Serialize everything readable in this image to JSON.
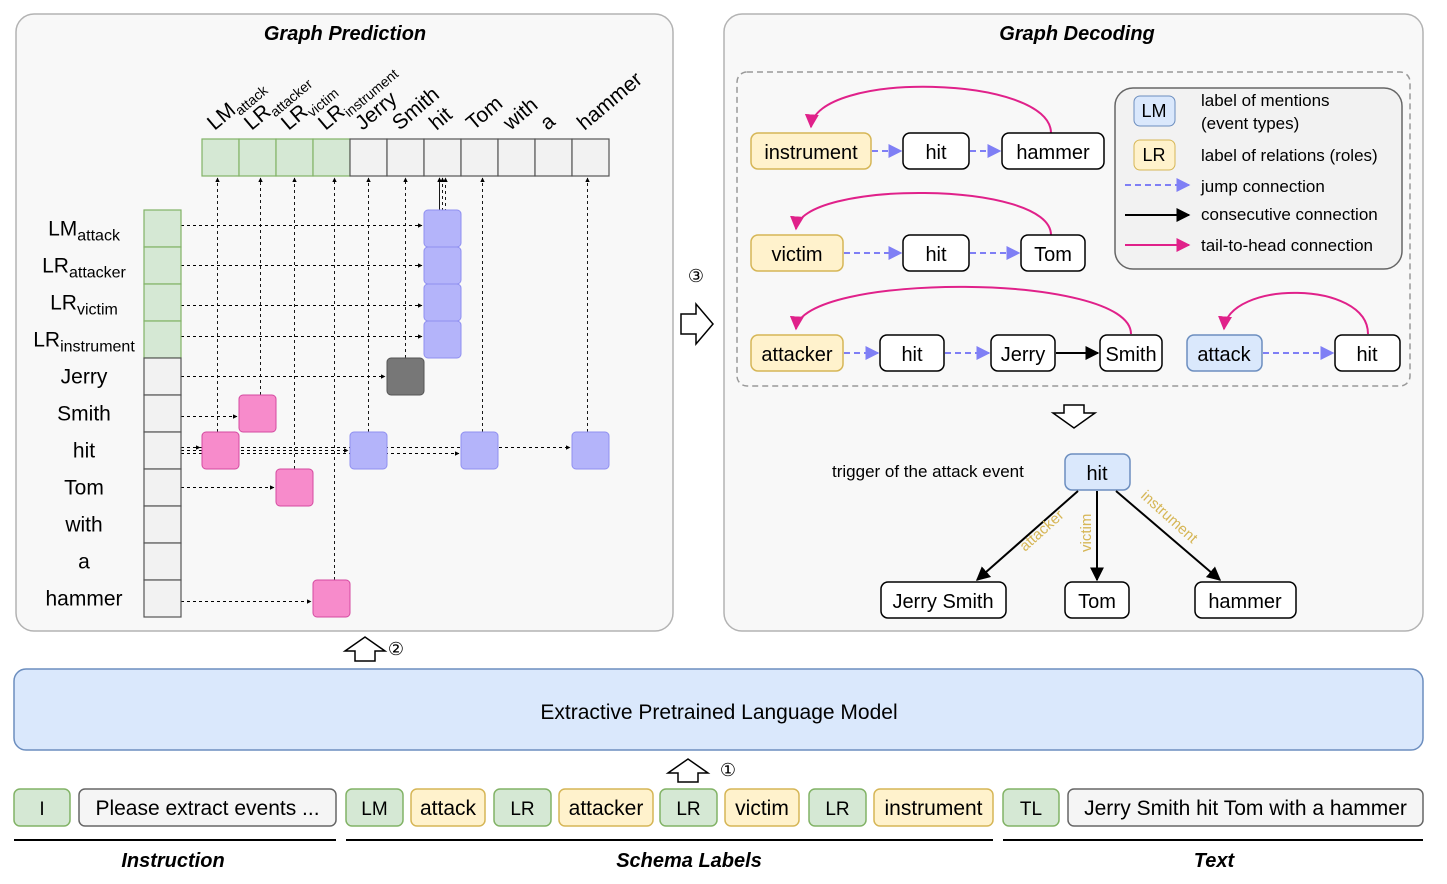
{
  "panels": {
    "prediction_title": "Graph Prediction",
    "decoding_title": "Graph Decoding"
  },
  "matrix": {
    "columns": [
      {
        "base": "LM",
        "sub": "attack"
      },
      {
        "base": "LR",
        "sub": "attacker"
      },
      {
        "base": "LR",
        "sub": "victim"
      },
      {
        "base": "LR",
        "sub": "instrument"
      },
      {
        "base": "Jerry",
        "sub": ""
      },
      {
        "base": "Smith",
        "sub": ""
      },
      {
        "base": "hit",
        "sub": ""
      },
      {
        "base": "Tom",
        "sub": ""
      },
      {
        "base": "with",
        "sub": ""
      },
      {
        "base": "a",
        "sub": ""
      },
      {
        "base": "hammer",
        "sub": ""
      }
    ],
    "rows": [
      {
        "base": "LM",
        "sub": "attack"
      },
      {
        "base": "LR",
        "sub": "attacker"
      },
      {
        "base": "LR",
        "sub": "victim"
      },
      {
        "base": "LR",
        "sub": "instrument"
      },
      {
        "base": "Jerry",
        "sub": ""
      },
      {
        "base": "Smith",
        "sub": ""
      },
      {
        "base": "hit",
        "sub": ""
      },
      {
        "base": "Tom",
        "sub": ""
      },
      {
        "base": "with",
        "sub": ""
      },
      {
        "base": "a",
        "sub": ""
      },
      {
        "base": "hammer",
        "sub": ""
      }
    ],
    "label_count": 4,
    "cells": [
      {
        "row": 0,
        "col": 6,
        "kind": "jump"
      },
      {
        "row": 1,
        "col": 6,
        "kind": "jump"
      },
      {
        "row": 2,
        "col": 6,
        "kind": "jump"
      },
      {
        "row": 3,
        "col": 6,
        "kind": "jump"
      },
      {
        "row": 4,
        "col": 5,
        "kind": "consecutive"
      },
      {
        "row": 5,
        "col": 1,
        "kind": "tail"
      },
      {
        "row": 6,
        "col": 0,
        "kind": "tail"
      },
      {
        "row": 6,
        "col": 4,
        "kind": "jump"
      },
      {
        "row": 6,
        "col": 7,
        "kind": "jump"
      },
      {
        "row": 6,
        "col": 10,
        "kind": "jump"
      },
      {
        "row": 7,
        "col": 2,
        "kind": "tail"
      },
      {
        "row": 10,
        "col": 3,
        "kind": "tail"
      }
    ]
  },
  "steps": {
    "s1": "①",
    "s2": "②",
    "s3": "③"
  },
  "chains": {
    "instrument": {
      "label": "instrument",
      "mid": "hit",
      "end": "hammer"
    },
    "victim": {
      "label": "victim",
      "mid": "hit",
      "end": "Tom"
    },
    "attacker": {
      "label": "attacker",
      "mid": "hit",
      "mid2": "Jerry",
      "end": "Smith"
    },
    "attack": {
      "label": "attack",
      "end": "hit"
    }
  },
  "legend": {
    "lm_tag": "LM",
    "lm_text1": "label of mentions",
    "lm_text2": "(event types)",
    "lr_tag": "LR",
    "lr_text": "label of relations (roles)",
    "jump": "jump connection",
    "consecutive": "consecutive connection",
    "tail": "tail-to-head connection"
  },
  "tree": {
    "trigger_caption": "trigger of the attack event",
    "root": "hit",
    "edges": [
      "attacker",
      "victim",
      "instrument"
    ],
    "leaves": [
      "Jerry Smith",
      "Tom",
      "hammer"
    ]
  },
  "model": {
    "label": "Extractive Pretrained Language Model"
  },
  "input": {
    "tokens": [
      "I",
      "Please extract events ...",
      "LM",
      "attack",
      "LR",
      "attacker",
      "LR",
      "victim",
      "LR",
      "instrument",
      "TL",
      "Jerry Smith hit Tom with a hammer"
    ],
    "sections": [
      "Instruction",
      "Schema Labels",
      "Text"
    ]
  },
  "colors": {
    "label_green": "#d5e8d4",
    "label_green_border": "#82b366",
    "tag_yellow": "#fff2cc",
    "tag_yellow_border": "#d6b656",
    "tag_blue": "#dae8fc",
    "tag_blue_border": "#6c8ebf",
    "jump": "#7f7ff5",
    "tail": "#e0218a",
    "cell_jump": "#b4b4fa",
    "cell_tail": "#f78bcb",
    "cell_consecutive": "#777777",
    "role_text": "#d6b656"
  }
}
